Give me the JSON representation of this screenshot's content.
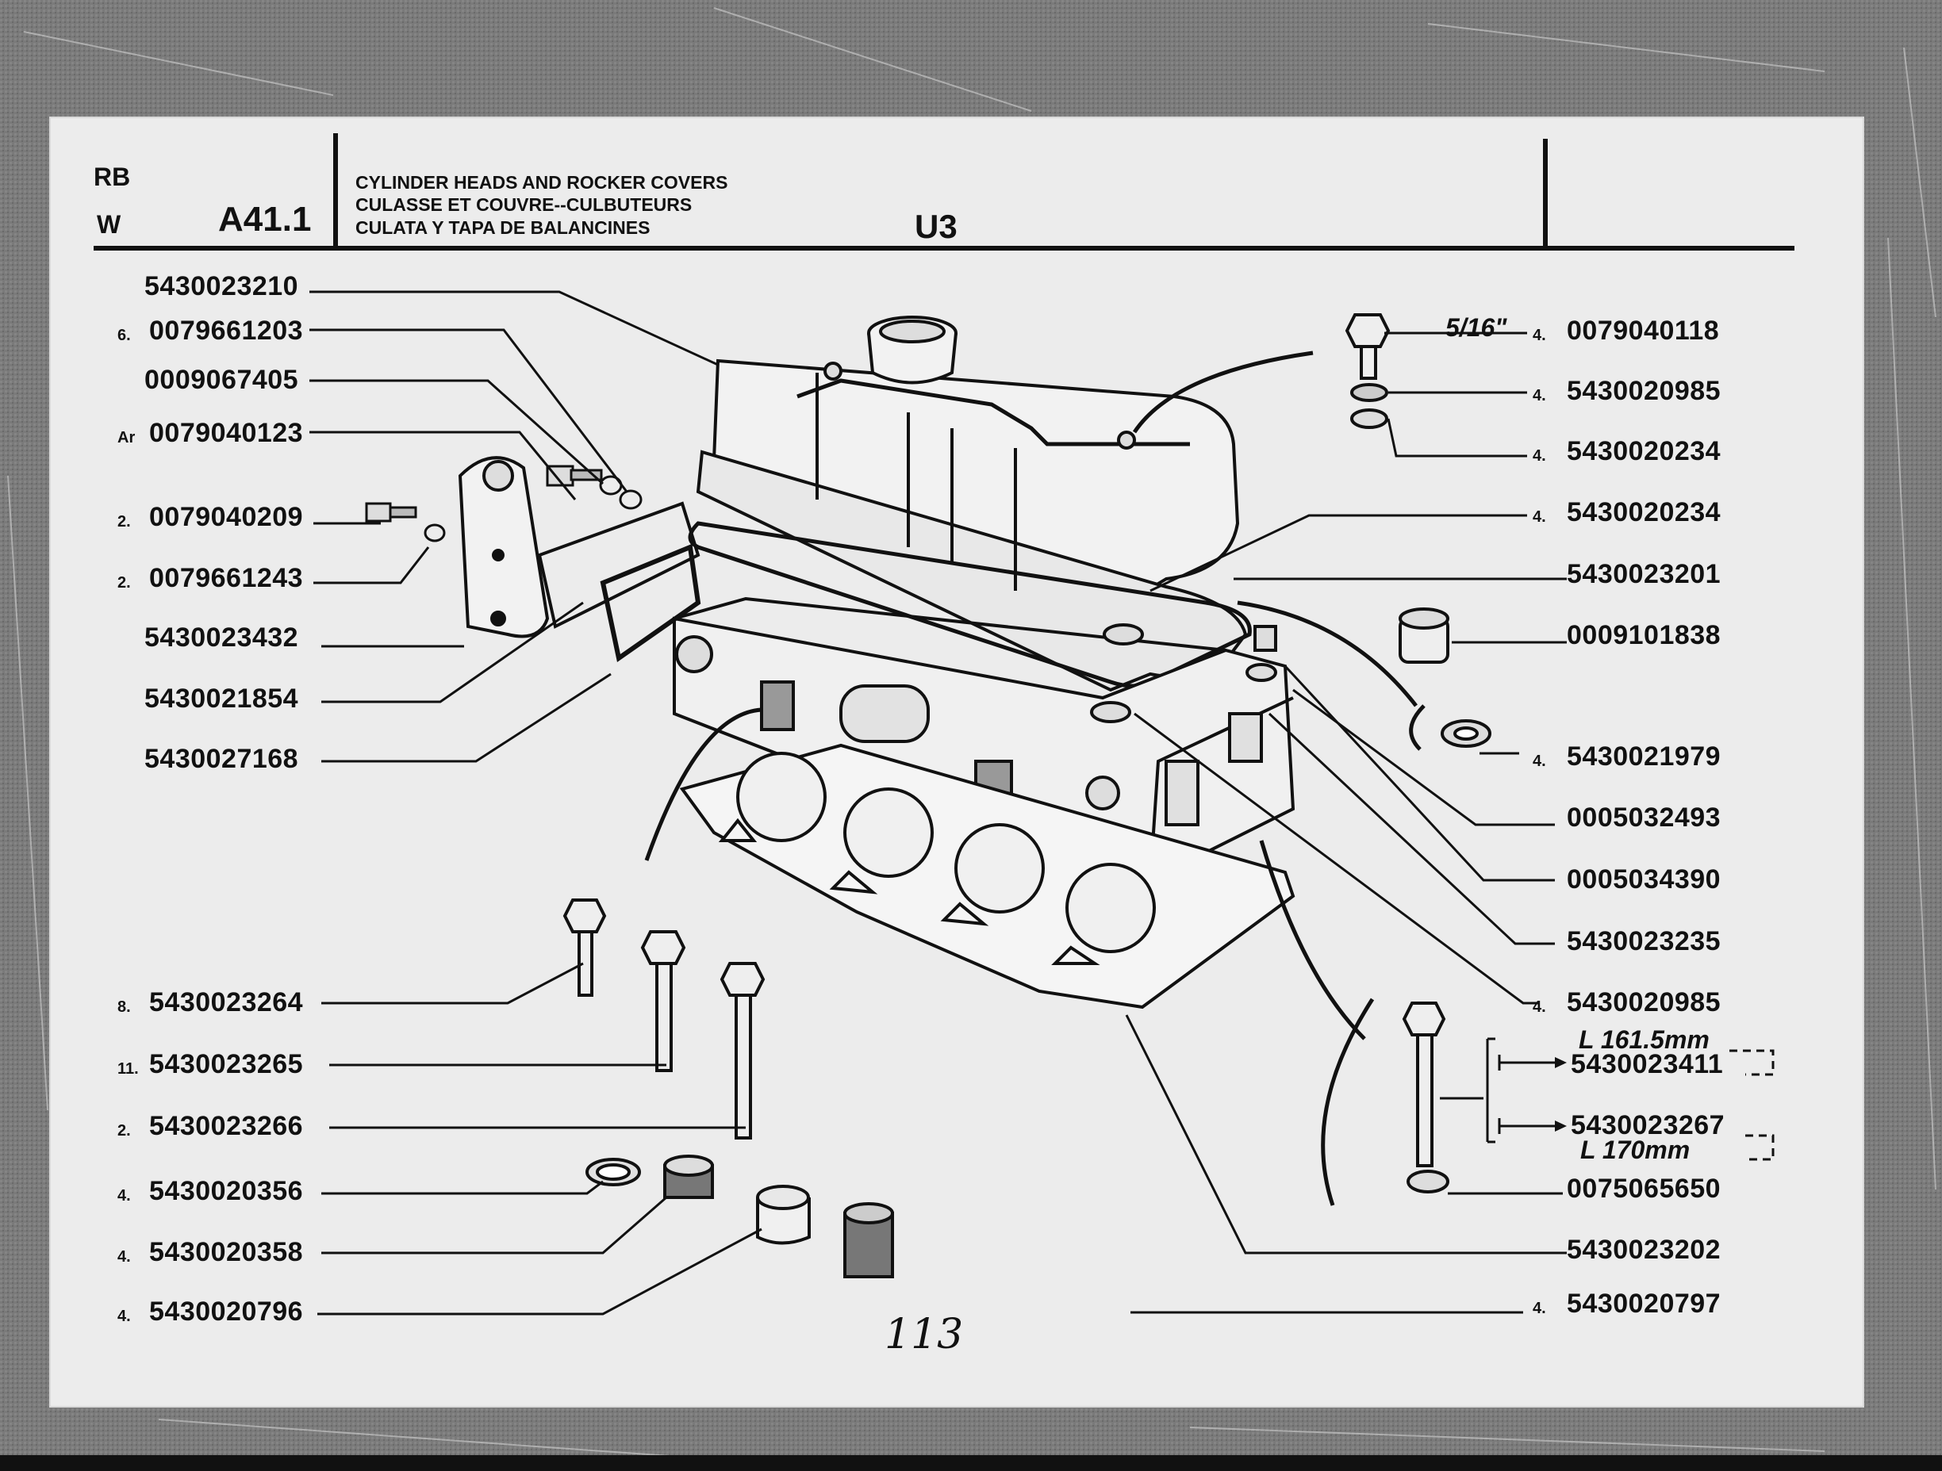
{
  "header": {
    "market_code": "RB",
    "market_code_2": "W",
    "section": "A41.1",
    "title_en": "CYLINDER HEADS AND ROCKER COVERS",
    "title_fr": "CULASSE ET COUVRE--CULBUTEURS",
    "title_es": "CULATA Y TAPA DE BALANCINES",
    "model": "U3"
  },
  "left_parts": [
    {
      "qty": "",
      "code": "5430023210"
    },
    {
      "qty": "6.",
      "code": "0079661203"
    },
    {
      "qty": "",
      "code": "0009067405"
    },
    {
      "qty": "Ar",
      "code": "0079040123"
    },
    {
      "qty": "2.",
      "code": "0079040209"
    },
    {
      "qty": "2.",
      "code": "0079661243"
    },
    {
      "qty": "",
      "code": "5430023432"
    },
    {
      "qty": "",
      "code": "5430021854"
    },
    {
      "qty": "",
      "code": "5430027168"
    },
    {
      "qty": "8.",
      "code": "5430023264"
    },
    {
      "qty": "11.",
      "code": "5430023265"
    },
    {
      "qty": "2.",
      "code": "5430023266"
    },
    {
      "qty": "4.",
      "code": "5430020356"
    },
    {
      "qty": "4.",
      "code": "5430020358"
    },
    {
      "qty": "4.",
      "code": "5430020796"
    }
  ],
  "right_parts": [
    {
      "qty": "4.",
      "code": "0079040118"
    },
    {
      "qty": "4.",
      "code": "5430020985"
    },
    {
      "qty": "4.",
      "code": "5430020234"
    },
    {
      "qty": "4.",
      "code": "5430020234"
    },
    {
      "qty": "",
      "code": "5430023201"
    },
    {
      "qty": "",
      "code": "0009101838"
    },
    {
      "qty": "4.",
      "code": "5430021979"
    },
    {
      "qty": "",
      "code": "0005032493"
    },
    {
      "qty": "",
      "code": "0005034390"
    },
    {
      "qty": "",
      "code": "5430023235"
    },
    {
      "qty": "4.",
      "code": "5430020985"
    },
    {
      "qty": "",
      "code": "0075065650"
    },
    {
      "qty": "",
      "code": "5430023202"
    },
    {
      "qty": "4.",
      "code": "5430020797"
    }
  ],
  "bolt_variants": {
    "thread_size": "5/16\"",
    "length_1": "L 161.5mm",
    "code_1": "5430023411",
    "code_2": "5430023267",
    "length_2": "L 170mm"
  },
  "page_number": "113"
}
